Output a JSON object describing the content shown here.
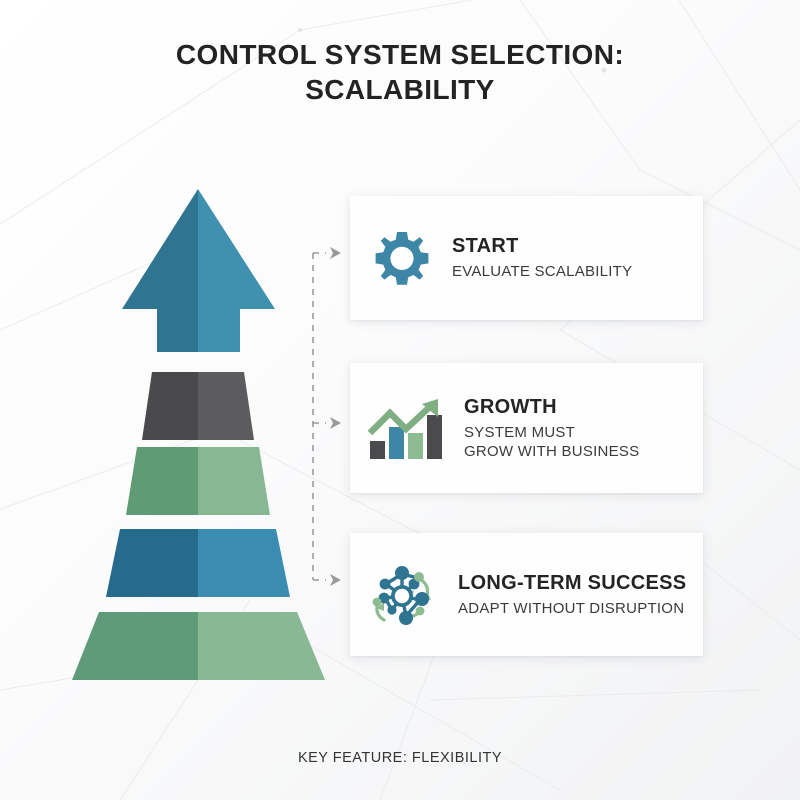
{
  "title": {
    "line1": "CONTROL SYSTEM SELECTION:",
    "line2": "SCALABILITY"
  },
  "footer": {
    "text": "KEY FEATURE: FLEXIBILITY"
  },
  "cards": [
    {
      "icon": "gear-icon",
      "title": "START",
      "subtitle": "EVALUATE SCALABILITY"
    },
    {
      "icon": "growth-bar-chart-icon",
      "title": "GROWTH",
      "subtitle": "SYSTEM MUST\nGROW WITH BUSINESS"
    },
    {
      "icon": "network-nodes-icon",
      "title": "LONG-TERM SUCCESS",
      "subtitle": "ADAPT WITHOUT DISRUPTION"
    }
  ],
  "pyramid": {
    "layers": [
      {
        "name": "arrow-head-top",
        "left_color": "#2f7490",
        "right_color": "#4091b0"
      },
      {
        "name": "layer-dark-gray",
        "left_color": "#4a4a4d",
        "right_color": "#5c5c5e"
      },
      {
        "name": "layer-green-mid",
        "left_color": "#5f9b75",
        "right_color": "#87b893"
      },
      {
        "name": "layer-blue",
        "left_color": "#266b8c",
        "right_color": "#3a8cb0"
      },
      {
        "name": "layer-green-base",
        "left_color": "#5f9b78",
        "right_color": "#88b894"
      }
    ]
  },
  "colors": {
    "accent_blue": "#3d86a5",
    "accent_green": "#7fae83",
    "dark_gray": "#4b4b4e",
    "title_color": "#232323",
    "background": "#fbfbfc",
    "card_background": "#fefefe",
    "connector": "#9a9a9a"
  }
}
